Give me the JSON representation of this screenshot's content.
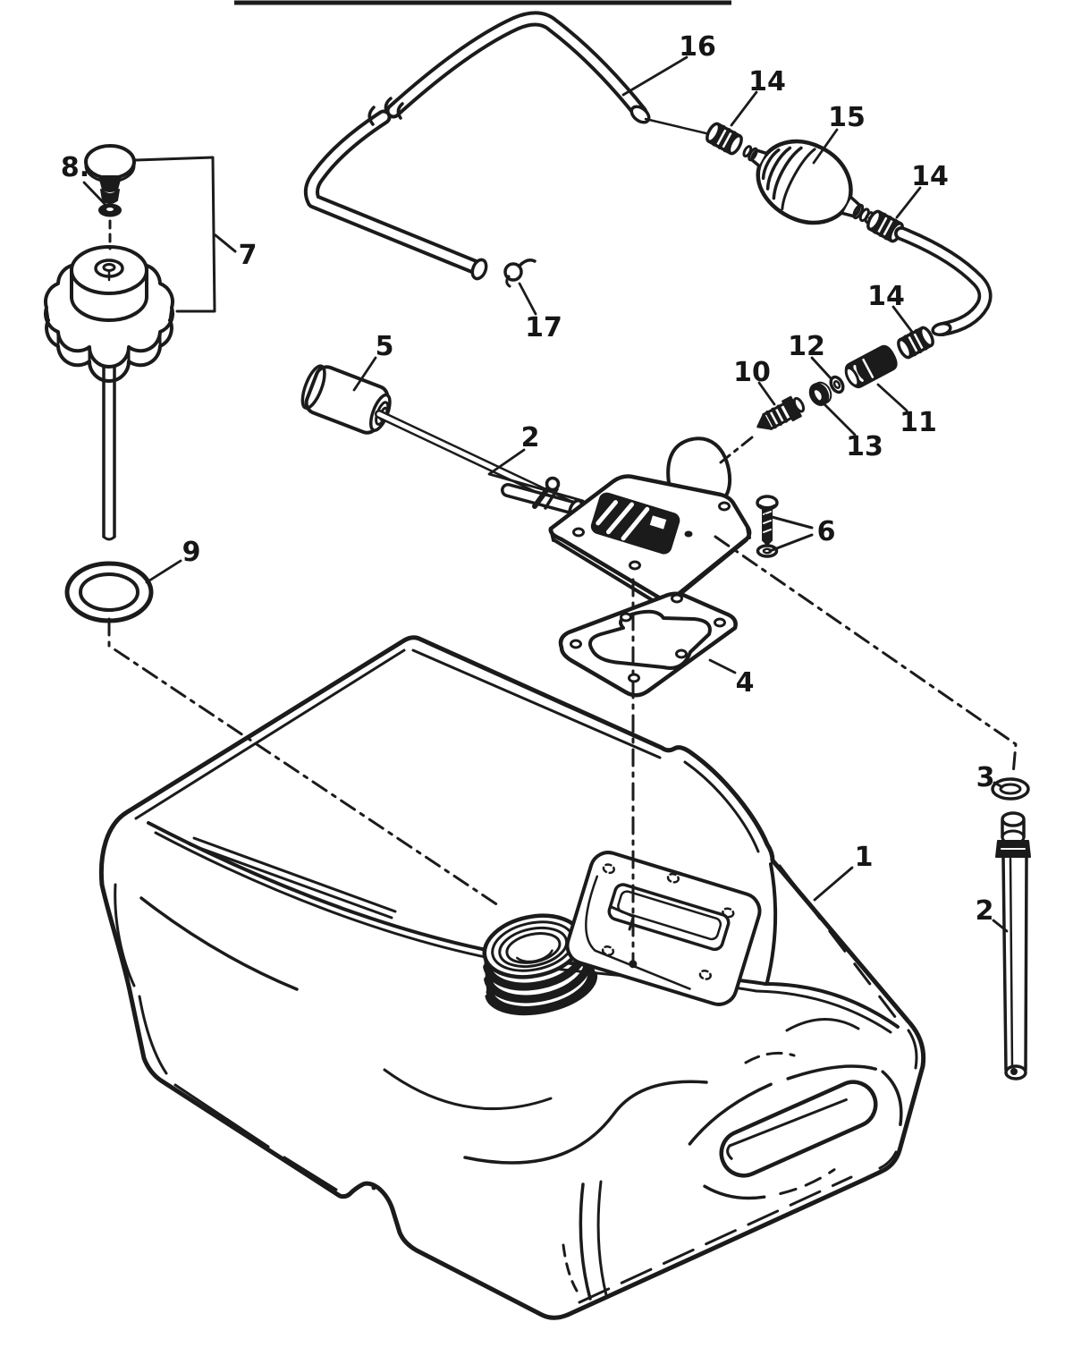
{
  "page": {
    "background": "#ffffff",
    "ink": "#1b1b1b",
    "type_label": "exploded-parts-diagram"
  },
  "callouts": {
    "c1": "1",
    "c2a": "2",
    "c2b": "2",
    "c3": "3",
    "c4": "4",
    "c5": "5",
    "c6": "6",
    "c7": "7",
    "c8": "8.",
    "c9": "9",
    "c10": "10",
    "c11": "11",
    "c12": "12",
    "c13": "13",
    "c14a": "14",
    "c14b": "14",
    "c14c": "14",
    "c15": "15",
    "c16": "16",
    "c17": "17"
  }
}
